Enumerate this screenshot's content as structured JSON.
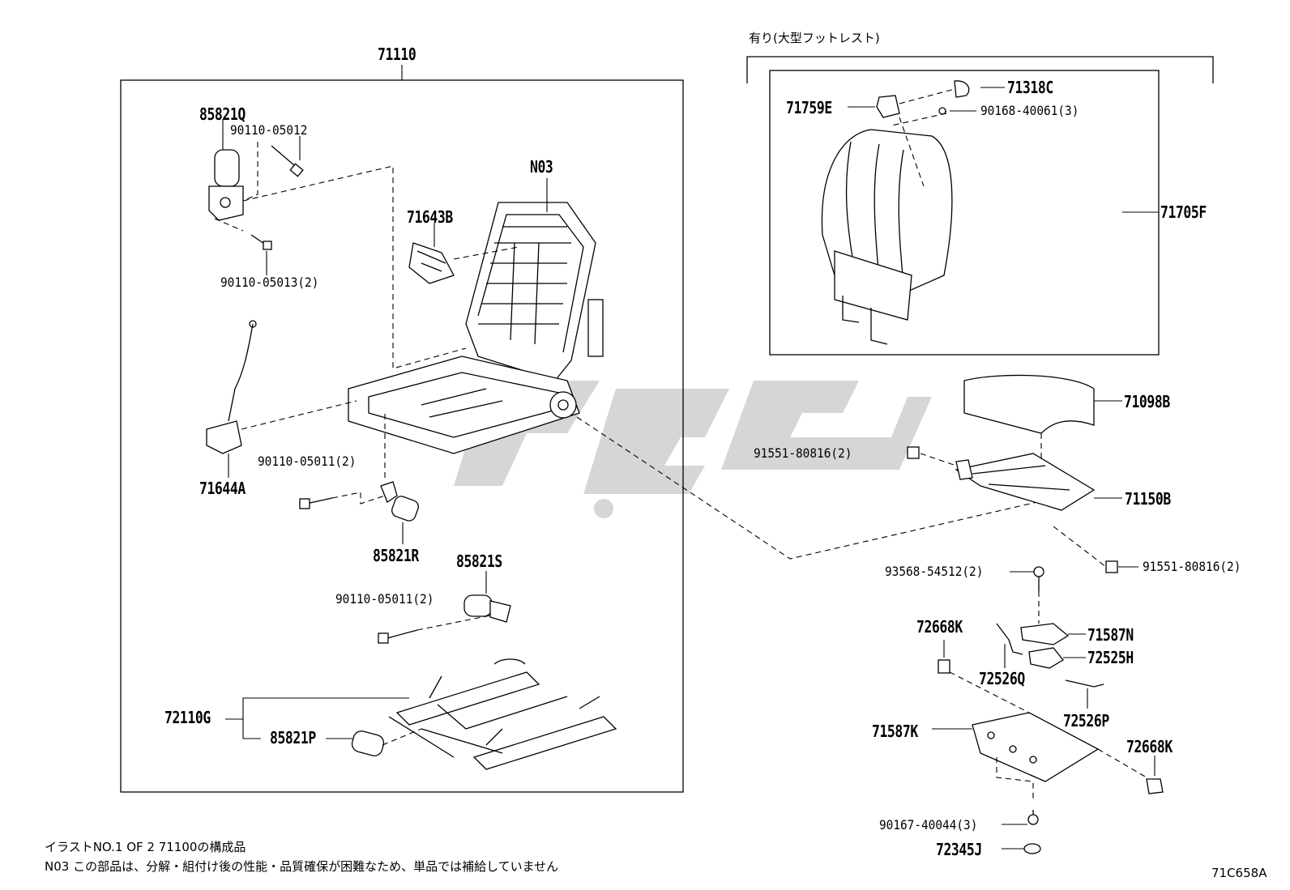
{
  "parts": {
    "p71110": "71110",
    "p85821Q": "85821Q",
    "p90110_05012": "90110-05012",
    "p90110_05013": "90110-05013(2)",
    "pN03": "N03",
    "p71643B": "71643B",
    "p71644A": "71644A",
    "p90110_05011_a": "90110-05011(2)",
    "p85821R": "85821R",
    "p85821S": "85821S",
    "p90110_05011_b": "90110-05011(2)",
    "p72110G": "72110G",
    "p85821P": "85821P",
    "p71318C": "71318C",
    "p71759E": "71759E",
    "p90168_40061": "90168-40061(3)",
    "p71705F": "71705F",
    "p71098B": "71098B",
    "p91551_80816_a": "91551-80816(2)",
    "p71150B": "71150B",
    "p91551_80816_b": "91551-80816(2)",
    "p93568_54512": "93568-54512(2)",
    "p72668K_a": "72668K",
    "p71587N": "71587N",
    "p72525H": "72525H",
    "p72526Q": "72526Q",
    "p72526P": "72526P",
    "p71587K": "71587K",
    "p72668K_b": "72668K",
    "p90167_40044": "90167-40044(3)",
    "p72345J": "72345J"
  },
  "option_header": "有り(大型フットレスト)",
  "notes": {
    "line1": "イラストNO.1 OF 2 71100の構成品",
    "line2": "N03 この部品は、分解・組付け後の性能・品質確保が困難なため、単品では補給していません"
  },
  "figure_code": "71C658A",
  "colors": {
    "line": "#000000",
    "background": "#ffffff",
    "watermark": "#cfcfcf"
  }
}
